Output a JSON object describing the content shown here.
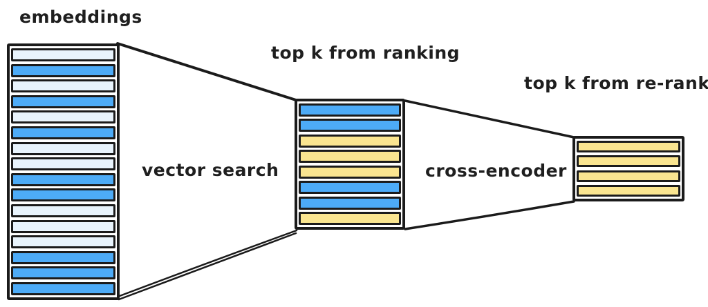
{
  "labels": {
    "embeddings": "embeddings",
    "top_k_ranking": "top k from ranking",
    "top_k_reranking": "top k from re-ranking",
    "vector_search": "vector search",
    "cross_encoder": "cross-encoder"
  },
  "colors": {
    "blue": "#4DABF7",
    "light_blue": "#E8F3FC",
    "yellow": "#FAE590",
    "stroke": "#1B1B1B",
    "text": "#1F1F1F",
    "background": "#FFFFFF"
  },
  "stacks": [
    {
      "id": "embeddings",
      "bar_count": 16,
      "bars": [
        "light_blue",
        "blue",
        "light_blue",
        "blue",
        "light_blue",
        "blue",
        "light_blue",
        "light_blue",
        "blue",
        "blue",
        "light_blue",
        "light_blue",
        "light_blue",
        "blue",
        "blue",
        "blue"
      ]
    },
    {
      "id": "ranking",
      "bar_count": 8,
      "bars": [
        "blue",
        "blue",
        "yellow",
        "yellow",
        "yellow",
        "blue",
        "blue",
        "yellow"
      ]
    },
    {
      "id": "reranking",
      "bar_count": 4,
      "bars": [
        "yellow",
        "yellow",
        "yellow",
        "yellow"
      ]
    }
  ]
}
